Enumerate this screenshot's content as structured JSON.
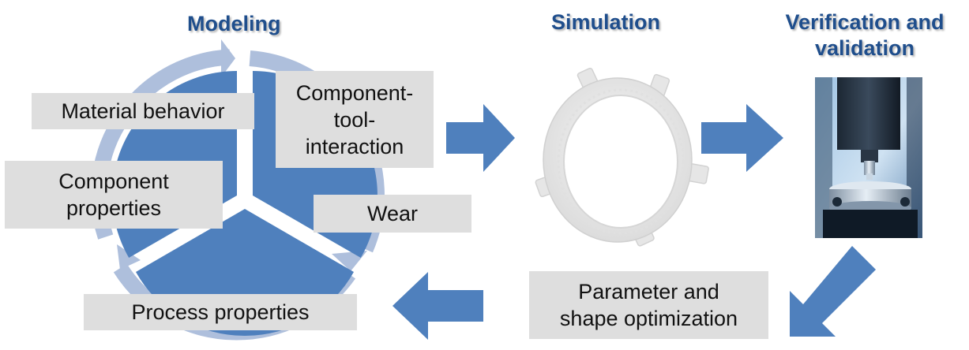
{
  "headings": {
    "modeling": "Modeling",
    "simulation": "Simulation",
    "verification": "Verification and\nvalidation"
  },
  "labels": {
    "material_behavior": "Material behavior",
    "component_tool_interaction": "Component-\ntool-\ninteraction",
    "component_properties": "Component\nproperties",
    "wear": "Wear",
    "process_properties": "Process properties",
    "parameter_optimization": "Parameter and\nshape optimization"
  },
  "colors": {
    "heading": "#1f4e8c",
    "pie_fill": "#4f80bd",
    "cycle_ring": "#aebfdc",
    "arrow": "#4f80bd",
    "label_box": "#dedede",
    "ring_part": "#ededed"
  },
  "icons": {
    "simulation_image": "ring-gear-part",
    "verification_image": "microscope-photo"
  }
}
